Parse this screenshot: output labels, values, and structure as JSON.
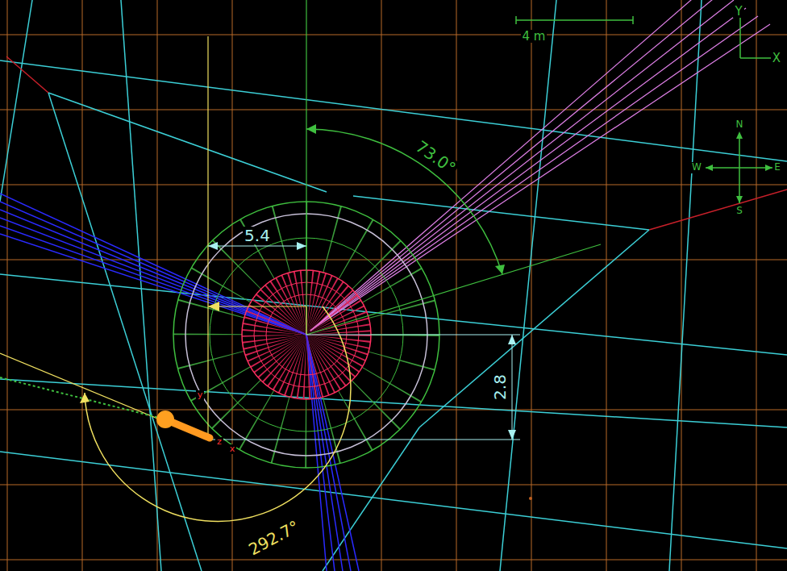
{
  "diagram": {
    "labels": [
      "4 m",
      "Y",
      "X",
      "N",
      "W",
      "E",
      "S",
      "73.0°",
      "5.4",
      "2.8",
      "292.7°",
      "y",
      "z",
      "x"
    ]
  }
}
